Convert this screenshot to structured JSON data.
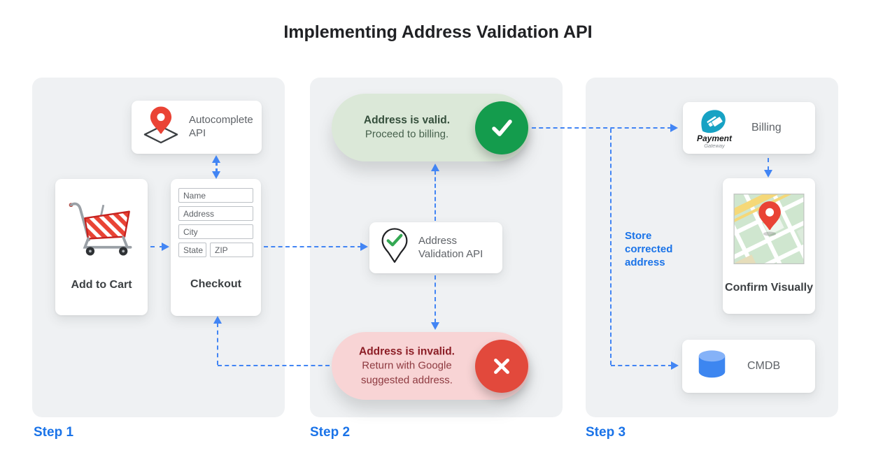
{
  "title": "Implementing Address Validation API",
  "colors": {
    "arrow_blue": "#4285f4",
    "step_blue": "#1a73e8",
    "valid_green": "#149c4d",
    "valid_pill_bg": "#dbe8d8",
    "invalid_red": "#e2493c",
    "invalid_pill_bg": "#f8d4d5",
    "panel_gray": "#eff1f3"
  },
  "step1": {
    "label": "Step 1",
    "autocomplete_card": {
      "label": "Autocomplete API"
    },
    "add_to_cart_card": {
      "label": "Add to Cart"
    },
    "checkout_card": {
      "label": "Checkout",
      "fields": {
        "name": "Name",
        "address": "Address",
        "city": "City",
        "state": "State",
        "zip": "ZIP"
      }
    }
  },
  "step2": {
    "label": "Step 2",
    "valid_pill": {
      "title": "Address is valid.",
      "subtitle": "Proceed to billing."
    },
    "validation_card": {
      "label": "Address Validation API"
    },
    "invalid_pill": {
      "title": "Address is invalid.",
      "subtitle": "Return with Google suggested address."
    }
  },
  "step3": {
    "label": "Step 3",
    "billing_card": {
      "label": "Billing",
      "logo_title": "Payment",
      "logo_subtitle": "Gateway"
    },
    "confirm_card": {
      "label": "Confirm Visually"
    },
    "cmdb_card": {
      "label": "CMDB"
    },
    "store_note": "Store corrected address"
  }
}
